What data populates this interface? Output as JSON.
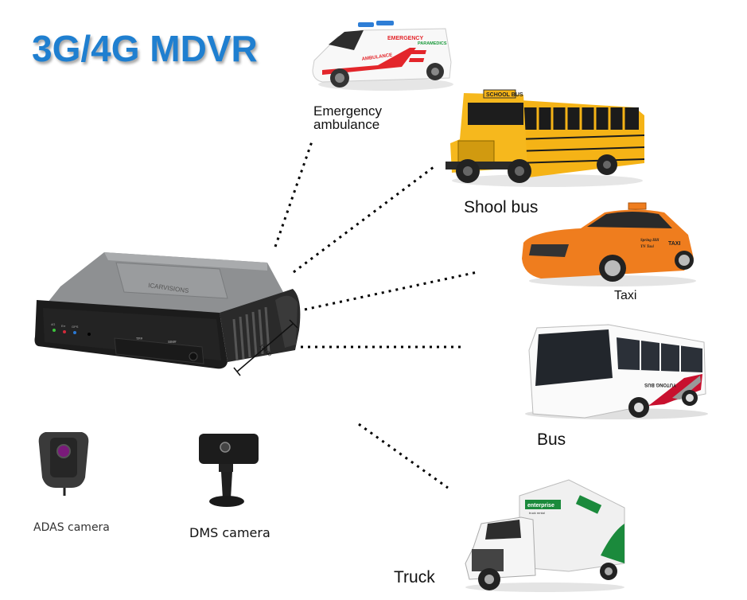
{
  "title": "3G/4G MDVR",
  "device": {
    "name": "MDVR unit",
    "indicators": [
      "4G",
      "Err",
      "GPS"
    ],
    "slots": [
      "TF#",
      "SIM#"
    ],
    "dimension_label": "124.00",
    "brand_mark": "ICARVISIONS"
  },
  "vehicles": [
    {
      "id": "ambulance",
      "label": "Emergency ambulance",
      "label_line1": "Emergency",
      "label_line2": "ambulance",
      "body_text": [
        "EMERGENCY",
        "AMBULANCE",
        "PARAMEDICS"
      ]
    },
    {
      "id": "school-bus",
      "label": "Shool bus",
      "sign_text": "SCHOOL BUS"
    },
    {
      "id": "taxi",
      "label": "Taxi",
      "body_text": [
        "Spring Hill",
        "TN Taxi",
        "TAXI"
      ]
    },
    {
      "id": "bus",
      "label": "Bus",
      "body_text": "YUTONG BUS"
    },
    {
      "id": "truck",
      "label": "Truck",
      "body_text": [
        "enterprise",
        "truck rental"
      ]
    }
  ],
  "cameras": [
    {
      "id": "adas",
      "label": "ADAS camera"
    },
    {
      "id": "dms",
      "label": "DMS camera"
    }
  ],
  "colors": {
    "title": "#1f7fd0",
    "school_bus_yellow": "#f5b316",
    "taxi_orange": "#ef7d1e",
    "ambulance_red": "#e3262b",
    "enterprise_green": "#1b8a3c",
    "bus_accent": "#c8102e",
    "device_body": "#1c1c1c",
    "device_top": "#8d8f91"
  }
}
